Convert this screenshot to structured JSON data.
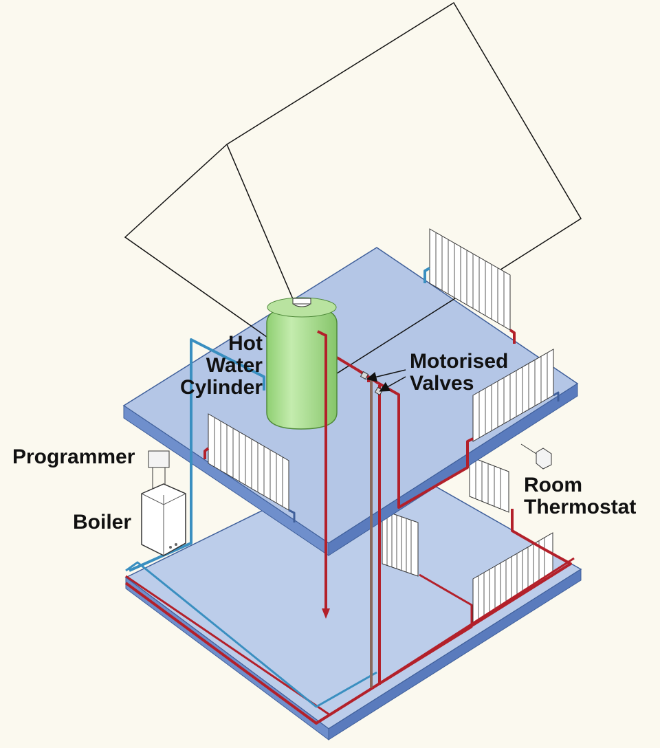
{
  "labels": {
    "hot_water_cylinder": [
      "Hot",
      "Water",
      "Cylinder"
    ],
    "motorised_valves": [
      "Motorised",
      "Valves"
    ],
    "programmer": "Programmer",
    "boiler": "Boiler",
    "room_thermostat": [
      "Room",
      "Thermostat"
    ]
  },
  "colors": {
    "background": "#fbf9ef",
    "floor_slab": "#b7c9e6",
    "floor_edge": "#5f7fbf",
    "hot_pipe": "#b3202a",
    "cold_pipe": "#3a8fc0",
    "return_pipe": "#8a6a5c",
    "cylinder": "#a6d98c",
    "radiator": "#ffffff"
  }
}
